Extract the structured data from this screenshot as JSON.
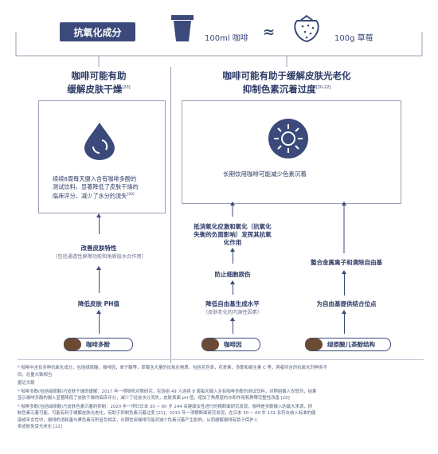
{
  "header": {
    "title": "抗氧化成分",
    "coffee_amount": "100ml 咖啡",
    "approx": "≈",
    "berry_amount": "100g 草莓"
  },
  "left": {
    "heading_line1": "咖啡可能有助",
    "heading_line2": "缓解皮肤干燥",
    "heading_ref": "[20]",
    "body_line1": "续续8周每天摄入含有咖啡多酚的",
    "body_line2": "测试饮料，显著降低了皮肤干燥的",
    "body_line3": "临床评分，减少了水分的流失",
    "body_ref": "[20]",
    "step_title": "改善皮肤特性",
    "step_sub": "（包括通透性屏障功能和角质层水合作用）",
    "step2": "降低皮肤 PH值",
    "ingredient": "咖啡多酚"
  },
  "right": {
    "heading_line1": "咖啡可能有助于缓解皮肤光老化",
    "heading_line2": "抑制色素沉着过度",
    "heading_ref": "[20-22]",
    "caption": "长期饮用咖啡可能减少色素沉着",
    "mid_line1": "抵消氧化应激和氧化（抗氧化",
    "mid_line2": "失衡的负面影响）发挥其抗氧",
    "mid_line3": "化作用",
    "mid_step": "防止细胞损伤",
    "lower_title": "降低自由基生成水平",
    "lower_sub": "（皮肤老化的内源性因素）",
    "ingredient_mid": "咖啡因",
    "far_title": "螯合金属离子和清除自由基",
    "far_step": "为自由基提供结合位点",
    "ingredient_far": "绿原酸儿茶酚结构"
  },
  "footnotes": {
    "line1": "* 咖啡中含有多种抗氧化成分，包括绿原酸，咖啡因，单宁酸等，草莓含大量的抗氧化物质，包括花色苷，花青素，多酚和维生素 C 等，两者所含的抗氧化剂种类不",
    "line2": "同，总量大致相当",
    "line3": "循证文献",
    "line4": "* 咖啡多酚(包括绿原酸)巧皮肤干燥的缓解：2017 年一项随机对照研究，实验组 49 人连续 8 周每天摄入含有咖啡多酚的测试饮料，对照组摄入安慰剂，结果",
    "line5": "显示咖啡多酚的摄入显著降低了皮肤干燥的临床评分，减少了经皮水分流失，皮肤表面 pH 值，增加了角质层的水和作用和屏障完整性改善 [20]",
    "line6": "* 咖啡多酚(包括绿原酸)巧皮肤色素沉着的抑制：2020 年一项归日本 30 ~ 60 岁 244 名健康女性进行的横断面研究发现，咖啡是多酚摄入的最大来源，抑",
    "line7": "制色素沉着可能，可能有利于缓解皮肤光老化，有助于抑制色素沉着过度 [21]；2015 年一项横断面研究发现，在日本 30 ~ 60 岁 131 名符合纳入标准的健",
    "line8": "康成年女性中，咖啡的消耗量与黑色素沉积呈负相关，长期饮用咖啡可能对减少色素沉着产生影响，从而缓解咖啡有助于保护人",
    "line9": "类皮肤免受光老化 [22]"
  }
}
